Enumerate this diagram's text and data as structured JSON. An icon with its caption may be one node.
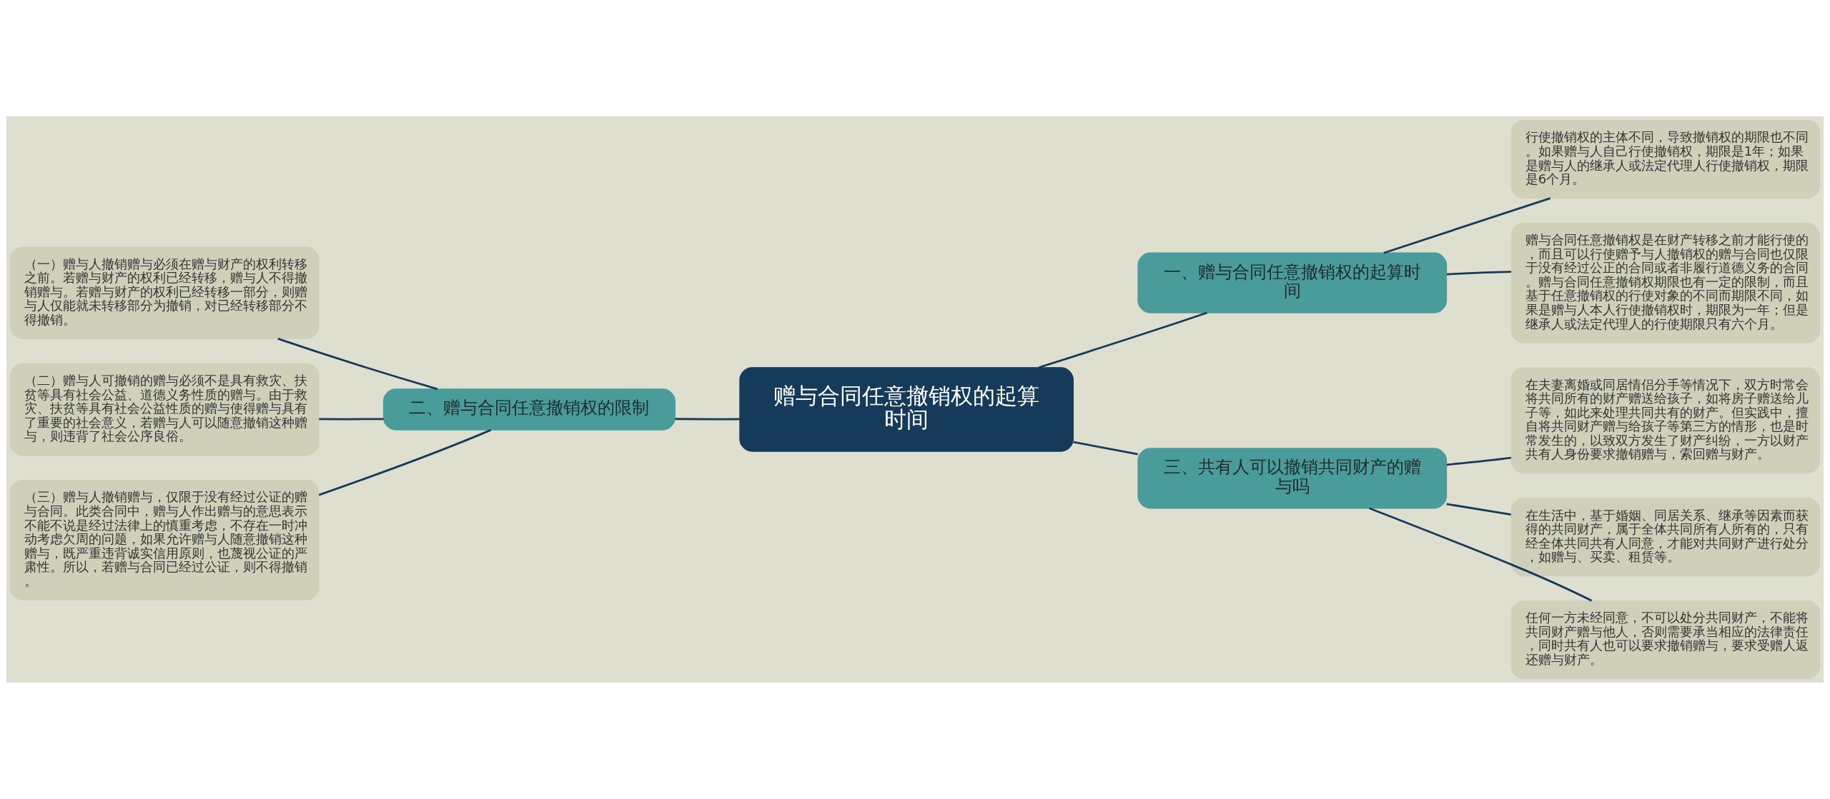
{
  "diagram": {
    "nodes": [
      {
        "text": [
          "赠与合同任意撤销权的起算时间"
        ]
      },
      {
        "text": [
          "一、赠与合同任意撤销权的起算时间"
        ]
      },
      {
        "text": [
          "行使撤销权的主体不同，导致撤销权的期限也不同。如果赠与人自己行使撤销权，期限是1年；如果是赠与人的继承人或法定代理人行使撤销权，期限是6个月。"
        ]
      },
      {
        "text": [
          "赠与合同任意撤销权是在财产转移之前才能行使的，而且可以行使赠予与人撤销权的赠与合同也仅限于没有经过公正的合同或者非履行道德义务的合同。赠与合同任意撤销权期限也有一定的限制，而且基于任意撤销权的行使对象的不同而期限不同，如果是赠与人本人行使撤销权时，期限为一年；但是继承人或法定代理人的行使期限只有六个月。"
        ]
      },
      {
        "text": [
          "二、赠与合同任意撤销权的限制"
        ]
      },
      {
        "text": [
          "（一）赠与人撤销赠与必须在赠与财产的权利转移之前。若赠与财产的权利已经转移，赠与人不得撤销赠与。若赠与财产的权利已经转移一部分，则赠与人仅能就未转移部分为撤销，对已经转移部分不得撤销。"
        ]
      },
      {
        "text": [
          "（二）赠与人可撤销的赠与必须不是具有救灾、扶贫等具有社会公益、道德义务性质的赠与。由于救灾、扶贫等具有社会公益性质的赠与使得赠与具有了重要的社会意义，若赠与人可以随意撤销这种赠与，则违背了社会公序良俗。"
        ]
      },
      {
        "text": [
          "（三）赠与人撤销赠与，仅限于没有经过公证的赠与合同。此类合同中，赠与人作出赠与的意思表示不能不说是经过法律上的慎重考虑，不存在一时冲动考虑欠周的问题，如果允许赠与人随意撤销这种赠与，既严重违背诚实信用原则，也蔑视公证的严肃性。所以，若赠与合同已经过公证，则不得撤销。"
        ]
      },
      {
        "text": [
          "三、共有人可以撤销共同财产的赠与吗"
        ]
      },
      {
        "text": [
          "在夫妻离婚或同居情侣分手等情况下，双方时常会将共同所有的财产赠送给孩子，如将房子赠送给儿子等，如此来处理共同共有的财产。但实践中，擅自将共同财产赠与给孩子等第三方的情形，也是时常发生的，以致双方发生了财产纠纷，一方以财产共有人身份要求撤销赠与，索回赠与财产。"
        ]
      },
      {
        "text": [
          "在生活中，基于婚姻、同居关系、继承等因素而获得的共同财产，属于全体共同所有人所有的，只有经全体共同共有人同意，才能对共同财产进行处分，如赠与、买卖、租赁等。"
        ]
      },
      {
        "text": [
          "任何一方未经同意，不可以处分共同财产，不能将共同财产赠与他人，否则需要承当相应的法律责任，同时共有人也可以要求撤销赠与，要求受赠人返还赠与财产。"
        ]
      }
    ],
    "edges": [
      {
        "from": 0,
        "to": 1,
        "arrow": "none"
      },
      {
        "from": 1,
        "to": 2,
        "arrow": "none"
      },
      {
        "from": 1,
        "to": 3,
        "arrow": "none"
      },
      {
        "from": 0,
        "to": 4,
        "arrow": "none"
      },
      {
        "from": 4,
        "to": 5,
        "arrow": "none"
      },
      {
        "from": 4,
        "to": 6,
        "arrow": "none"
      },
      {
        "from": 4,
        "to": 7,
        "arrow": "none"
      },
      {
        "from": 0,
        "to": 8,
        "arrow": "none"
      },
      {
        "from": 8,
        "to": 9,
        "arrow": "none"
      },
      {
        "from": 8,
        "to": 10,
        "arrow": "none"
      },
      {
        "from": 8,
        "to": 11,
        "arrow": "none"
      }
    ]
  }
}
